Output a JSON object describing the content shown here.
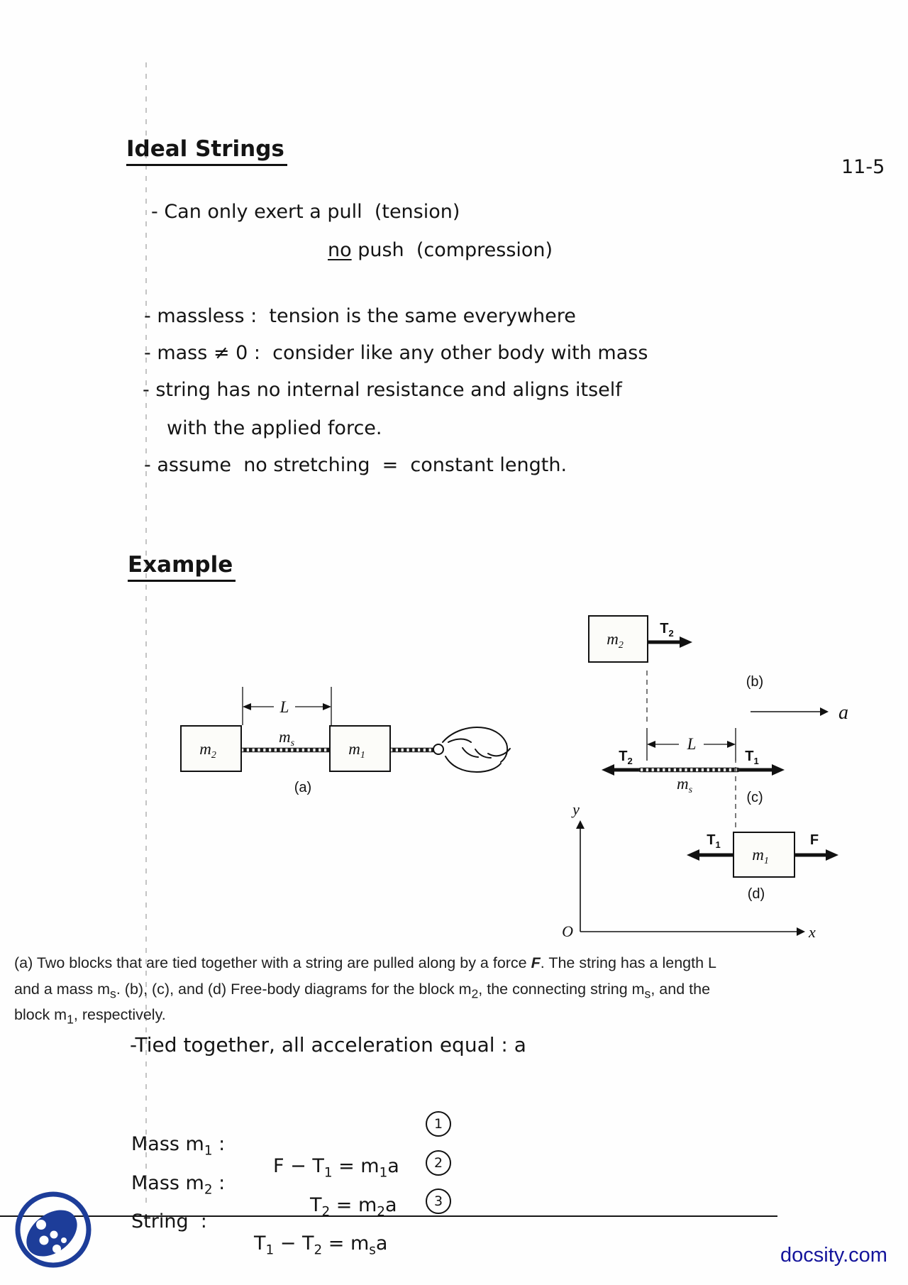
{
  "page": {
    "number": "11-5"
  },
  "title": "Ideal Strings",
  "notes": {
    "line1": "- Can only exert a pull  (tension)",
    "line2_segments": [
      {
        "t": "no",
        "u": true
      },
      {
        "t": " push  (compression)"
      }
    ],
    "line3": "- massless :  tension is the same everywhere",
    "line4": "- mass ≠ 0 :  consider like any other body with mass",
    "line5": "- string has no internal resistance and aligns itself",
    "line6": "with the applied force.",
    "line7": "- assume  no stretching  =  constant length."
  },
  "example_heading": "Example",
  "diagram": {
    "labels": {
      "a_m2": {
        "b": "m",
        "s": "2"
      },
      "a_ms": {
        "b": "m",
        "s": "s"
      },
      "a_m1": {
        "b": "m",
        "s": "1"
      },
      "a_L": "L",
      "a_tag": "(a)",
      "b_m2": {
        "b": "m",
        "s": "2"
      },
      "b_T2": {
        "b": "T",
        "s": "2"
      },
      "b_tag": "(b)",
      "accel": "a",
      "c_T2": {
        "b": "T",
        "s": "2"
      },
      "c_L": "L",
      "c_T1": {
        "b": "T",
        "s": "1"
      },
      "c_ms": {
        "b": "m",
        "s": "s"
      },
      "c_tag": "(c)",
      "d_T1": {
        "b": "T",
        "s": "1"
      },
      "d_m1": {
        "b": "m",
        "s": "1"
      },
      "d_F": "F",
      "d_tag": "(d)",
      "axis_y": "y",
      "axis_x": "x",
      "origin": "O"
    }
  },
  "caption": {
    "line1": [
      {
        "t": "(a) Two blocks that are tied together with a string are pulled along by a force "
      },
      {
        "t": "F",
        "bi": true
      },
      {
        "t": ". The string has a length L"
      }
    ],
    "line2": [
      {
        "t": "and a mass m"
      },
      {
        "t": "s",
        "sub": true
      },
      {
        "t": ". (b), (c), and (d) Free-body diagrams for the block m"
      },
      {
        "t": "2",
        "sub": true
      },
      {
        "t": ", the connecting string m"
      },
      {
        "t": "s",
        "sub": true
      },
      {
        "t": ", and the"
      }
    ],
    "line3": [
      {
        "t": "block m"
      },
      {
        "t": "1",
        "sub": true
      },
      {
        "t": ", respectively."
      }
    ]
  },
  "work": {
    "note": "-Tied together, all acceleration equal : a",
    "equations": [
      {
        "label": [
          {
            "t": "Mass m"
          },
          {
            "t": "1",
            "sub": true
          },
          {
            "t": " :"
          }
        ],
        "formula": [
          {
            "t": "F − T"
          },
          {
            "t": "1",
            "sub": true
          },
          {
            "t": " = m"
          },
          {
            "t": "1",
            "sub": true
          },
          {
            "t": "a"
          }
        ],
        "num": "1"
      },
      {
        "label": [
          {
            "t": "Mass m"
          },
          {
            "t": "2",
            "sub": true
          },
          {
            "t": " :"
          }
        ],
        "formula": [
          {
            "t": "T"
          },
          {
            "t": "2",
            "sub": true
          },
          {
            "t": " = m"
          },
          {
            "t": "2",
            "sub": true
          },
          {
            "t": "a"
          }
        ],
        "num": "2"
      },
      {
        "label": [
          {
            "t": "String  :"
          }
        ],
        "formula": [
          {
            "t": "T"
          },
          {
            "t": "1",
            "sub": true
          },
          {
            "t": " − T"
          },
          {
            "t": "2",
            "sub": true
          },
          {
            "t": " = m"
          },
          {
            "t": "s",
            "sub": true
          },
          {
            "t": "a"
          }
        ],
        "num": "3"
      }
    ]
  },
  "footer": {
    "brand": "docsity.com",
    "logo_color": "#1d3d99",
    "brand_color": "#14149b"
  }
}
